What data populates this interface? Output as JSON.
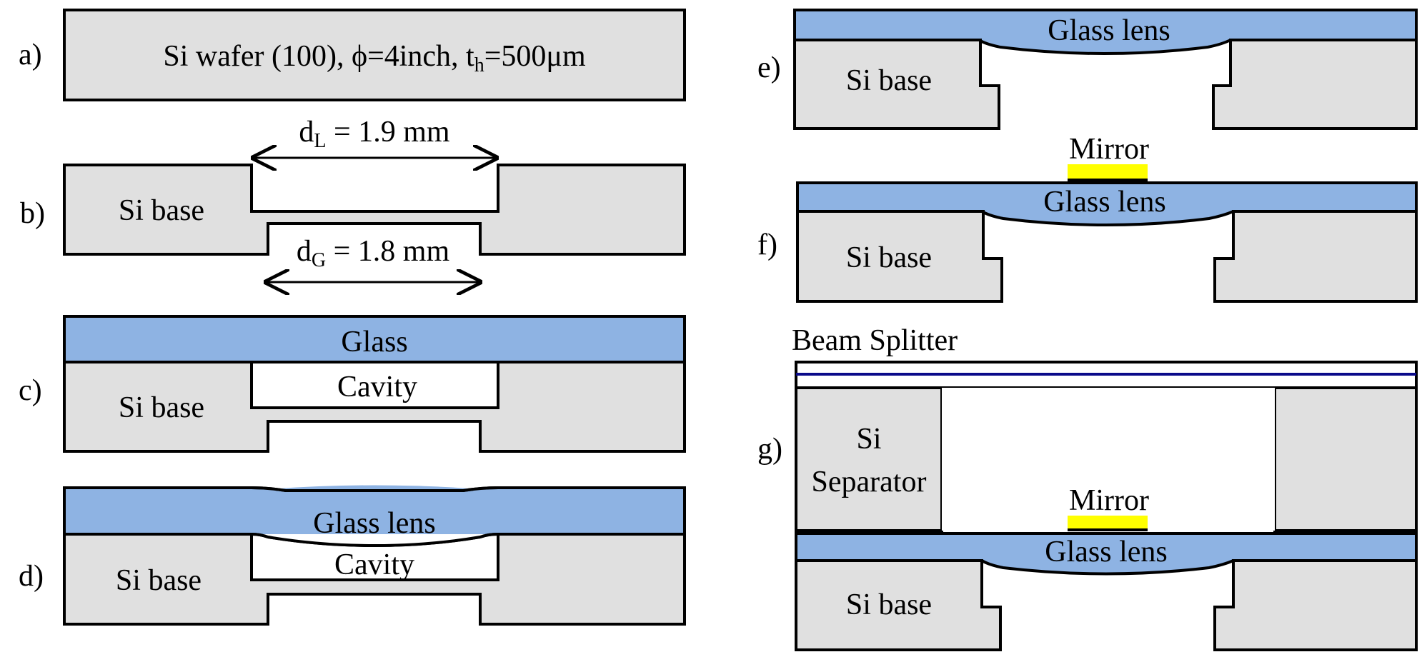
{
  "colors": {
    "si": "#e0e0e0",
    "glass": "#8eb3e3",
    "mirror": "#ffff00",
    "splitter_line": "#0a0a8a",
    "outline": "#000000"
  },
  "icons": [
    "arrow-left",
    "arrow-right"
  ],
  "steps": {
    "a": {
      "label": "a)",
      "wafer_text_1": "Si wafer (100), ",
      "phi": "ϕ",
      "wafer_text_2": "=4inch,  t",
      "th_sub": "h",
      "wafer_text_3": "=500",
      "mu": "μ",
      "wafer_text_4": "m"
    },
    "b": {
      "label": "b)",
      "si_base": "Si base",
      "dL_main": "d",
      "dL_sub": "L",
      "dL_value": " = 1.9 mm",
      "dG_main": "d",
      "dG_sub": "G",
      "dG_value": " = 1.8 mm"
    },
    "c": {
      "label": "c)",
      "glass": "Glass",
      "cavity": "Cavity",
      "si_base": "Si base"
    },
    "d": {
      "label": "d)",
      "glass_lens": "Glass lens",
      "cavity": "Cavity",
      "si_base": "Si base"
    },
    "e": {
      "label": "e)",
      "glass_lens": "Glass lens",
      "si_base": "Si base"
    },
    "f": {
      "label": "f)",
      "mirror": "Mirror",
      "glass_lens": "Glass lens",
      "si_base": "Si base"
    },
    "g": {
      "label": "g)",
      "beam_splitter": "Beam Splitter",
      "si_sep_1": "Si",
      "si_sep_2": "Separator",
      "mirror": "Mirror",
      "glass_lens": "Glass lens",
      "si_base": "Si base"
    }
  }
}
